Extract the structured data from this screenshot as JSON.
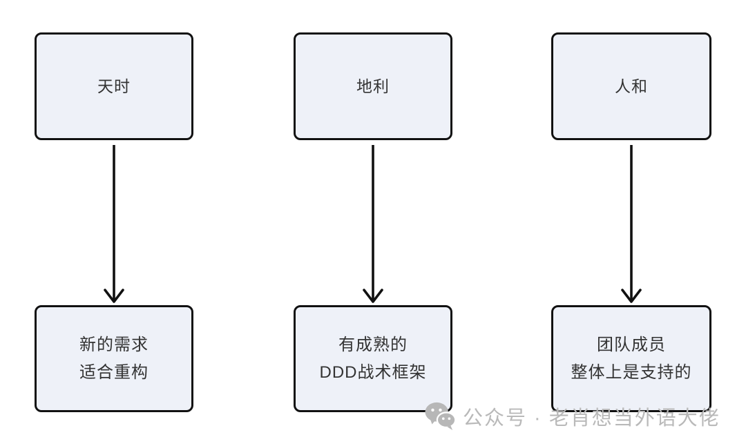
{
  "diagram": {
    "columns": [
      {
        "id": "timing",
        "top_label": "天时",
        "bottom_line1": "新的需求",
        "bottom_line2": "适合重构"
      },
      {
        "id": "location-advantage",
        "top_label": "地利",
        "bottom_line1": "有成熟的",
        "bottom_line2": "DDD战术框架"
      },
      {
        "id": "people-harmony",
        "top_label": "人和",
        "bottom_line1": "团队成员",
        "bottom_line2": "整体上是支持的"
      }
    ],
    "connector": "down-arrow"
  },
  "watermark": {
    "icon": "wechat-icon",
    "label": "公众号 · 老肖想当外语大佬"
  },
  "colors": {
    "background": "#ffffff",
    "node_fill": "#eef1f8",
    "node_border": "#111111",
    "node_text": "#333333",
    "arrow": "#111111",
    "watermark_text": "#b9b9b9"
  }
}
